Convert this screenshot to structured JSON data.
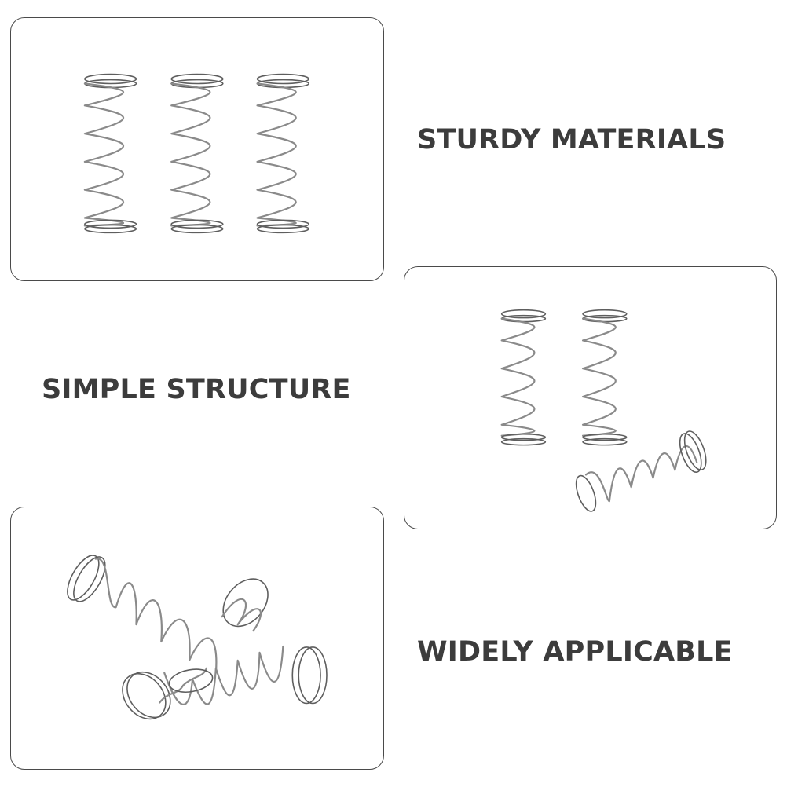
{
  "captions": {
    "first": "STURDY MATERIALS",
    "second": "SIMPLE STRUCTURE",
    "third": "WIDELY APPLICABLE"
  },
  "colors": {
    "caption_text": "#3c3c3c",
    "panel_border": "#4a4a4a",
    "spring_metal": "#8a8a8a",
    "background": "#ffffff"
  }
}
